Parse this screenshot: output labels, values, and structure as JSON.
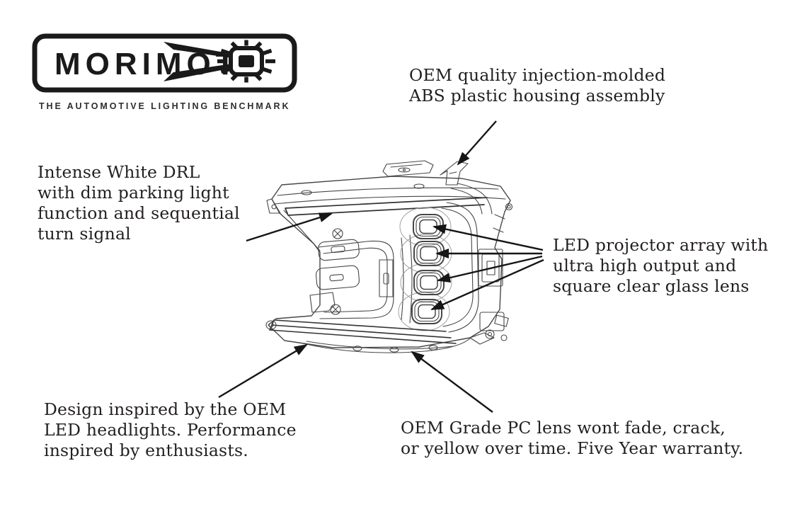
{
  "page": {
    "background_color": "#ffffff"
  },
  "colors": {
    "ink": "#231f20",
    "line_art": "#474747",
    "arrow": "#161616"
  },
  "logo": {
    "wordmark_letters": "MORIMOT",
    "wordmark_full": "MORIMOTO",
    "tagline": "THE AUTOMOTIVE LIGHTING BENCHMARK"
  },
  "diagram": {
    "subject": "LED headlight technical line drawing",
    "projector_count": 4,
    "callout_arrow_count": 8
  },
  "callouts": {
    "abs_housing": {
      "text": "OEM quality injection-molded\nABS plastic housing assembly"
    },
    "drl": {
      "text": "Intense White DRL\nwith dim parking light\nfunction and sequential\nturn signal"
    },
    "led_projector": {
      "text": "LED projector array with\nultra high output and\nsquare clear glass lens"
    },
    "design": {
      "text": "Design inspired by the OEM\nLED headlights. Performance\ninspired by enthusiasts."
    },
    "pc_lens": {
      "text": "OEM Grade PC lens wont fade, crack,\nor yellow over time. Five Year warranty."
    }
  }
}
